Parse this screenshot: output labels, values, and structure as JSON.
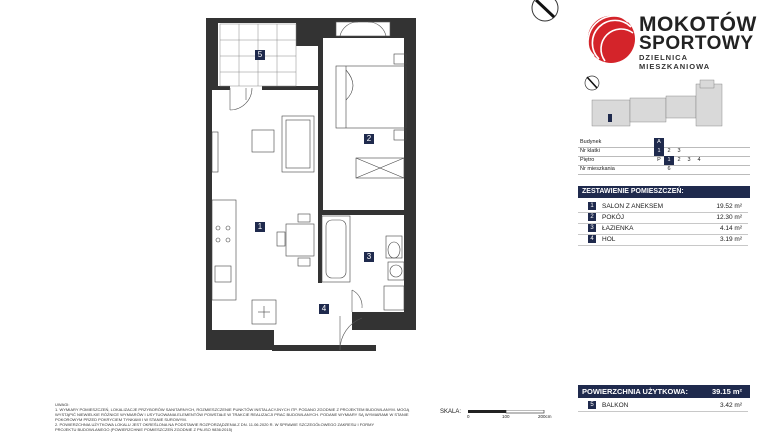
{
  "brand": {
    "line1": "MOKOTÓW",
    "line2": "SPORTOWY",
    "line3": "DZIELNICA MIESZKANIOWA",
    "accent_color": "#d4242a",
    "navy_color": "#1f2a4d"
  },
  "plan": {
    "rooms": [
      {
        "num": "1"
      },
      {
        "num": "2"
      },
      {
        "num": "3"
      },
      {
        "num": "4"
      },
      {
        "num": "5"
      }
    ]
  },
  "info": {
    "budynek": {
      "label": "Budynek",
      "values": [
        "A"
      ],
      "active": 0
    },
    "klatka": {
      "label": "Nr klatki",
      "values": [
        "1",
        "2",
        "3"
      ],
      "active": 0
    },
    "pietro": {
      "label": "Piętro",
      "values": [
        "P",
        "1",
        "2",
        "3",
        "4"
      ],
      "active": 1
    },
    "mieszkanie": {
      "label": "Nr mieszkania",
      "values": [
        "6"
      ],
      "active": 0
    }
  },
  "summary": {
    "title": "ZESTAWIENIE POMIESZCZEŃ:",
    "rooms": [
      {
        "num": "1",
        "name": "SALON Z ANEKSEM",
        "area": "19.52 m²"
      },
      {
        "num": "2",
        "name": "POKÓJ",
        "area": "12.30 m²"
      },
      {
        "num": "3",
        "name": "ŁAZIENKA",
        "area": "4.14 m²"
      },
      {
        "num": "4",
        "name": "HOL",
        "area": "3.19 m²"
      }
    ],
    "total_label": "POWIERZCHNIA UŻYTKOWA:",
    "total_value": "39.15 m²",
    "balcony": {
      "num": "5",
      "name": "BALKON",
      "area": "3.42 m²"
    }
  },
  "notes": {
    "title": "UWAGI:",
    "line1": "1.   WYMIARY POMIESZCZEŃ, LOKALIZACJE PRZYBORÓW SANITARNYCH, ROZMIESZCZENIE PUNKTÓW INSTALACYJNYCH ITP. PODANO ZGODNIE Z PROJEKTEM BUDOWLANYM. MOGĄ",
    "line2": "WYSTĄPIĆ NIEWIELKIE RÓŻNICE WYMIARÓW I USYTUOWANIA ELEMENTÓW POWSTAŁE W TRAKCIE REALIZACJI PRAC BUDOWLANYCH. PODANE WYMIARY SĄ WYMIARAMI W STANIE",
    "line3": "POKOROWYM PRZED POKRYCIEM TYNKAMI I W STANIE SUROWYM.",
    "line4": "2.   POWIERZCHNIA UŻYTKOWA LOKALU JEST OKREŚLONA NA PODSTAWIE ROZPORZĄDZENIA Z DN. 11.06.2020 R. W SPRAWIE SZCZEGÓŁOWEGO ZAKRESU I FORMY",
    "line5": "PROJEKTU BUDOWLANEGO (POWIERZCHNIE POMIESZCZEŃ ZGODNIE Z PN-ISO 9836:2015)"
  },
  "scale": {
    "label": "SKALA:",
    "ticks": [
      "0",
      "100",
      "200cm"
    ]
  }
}
